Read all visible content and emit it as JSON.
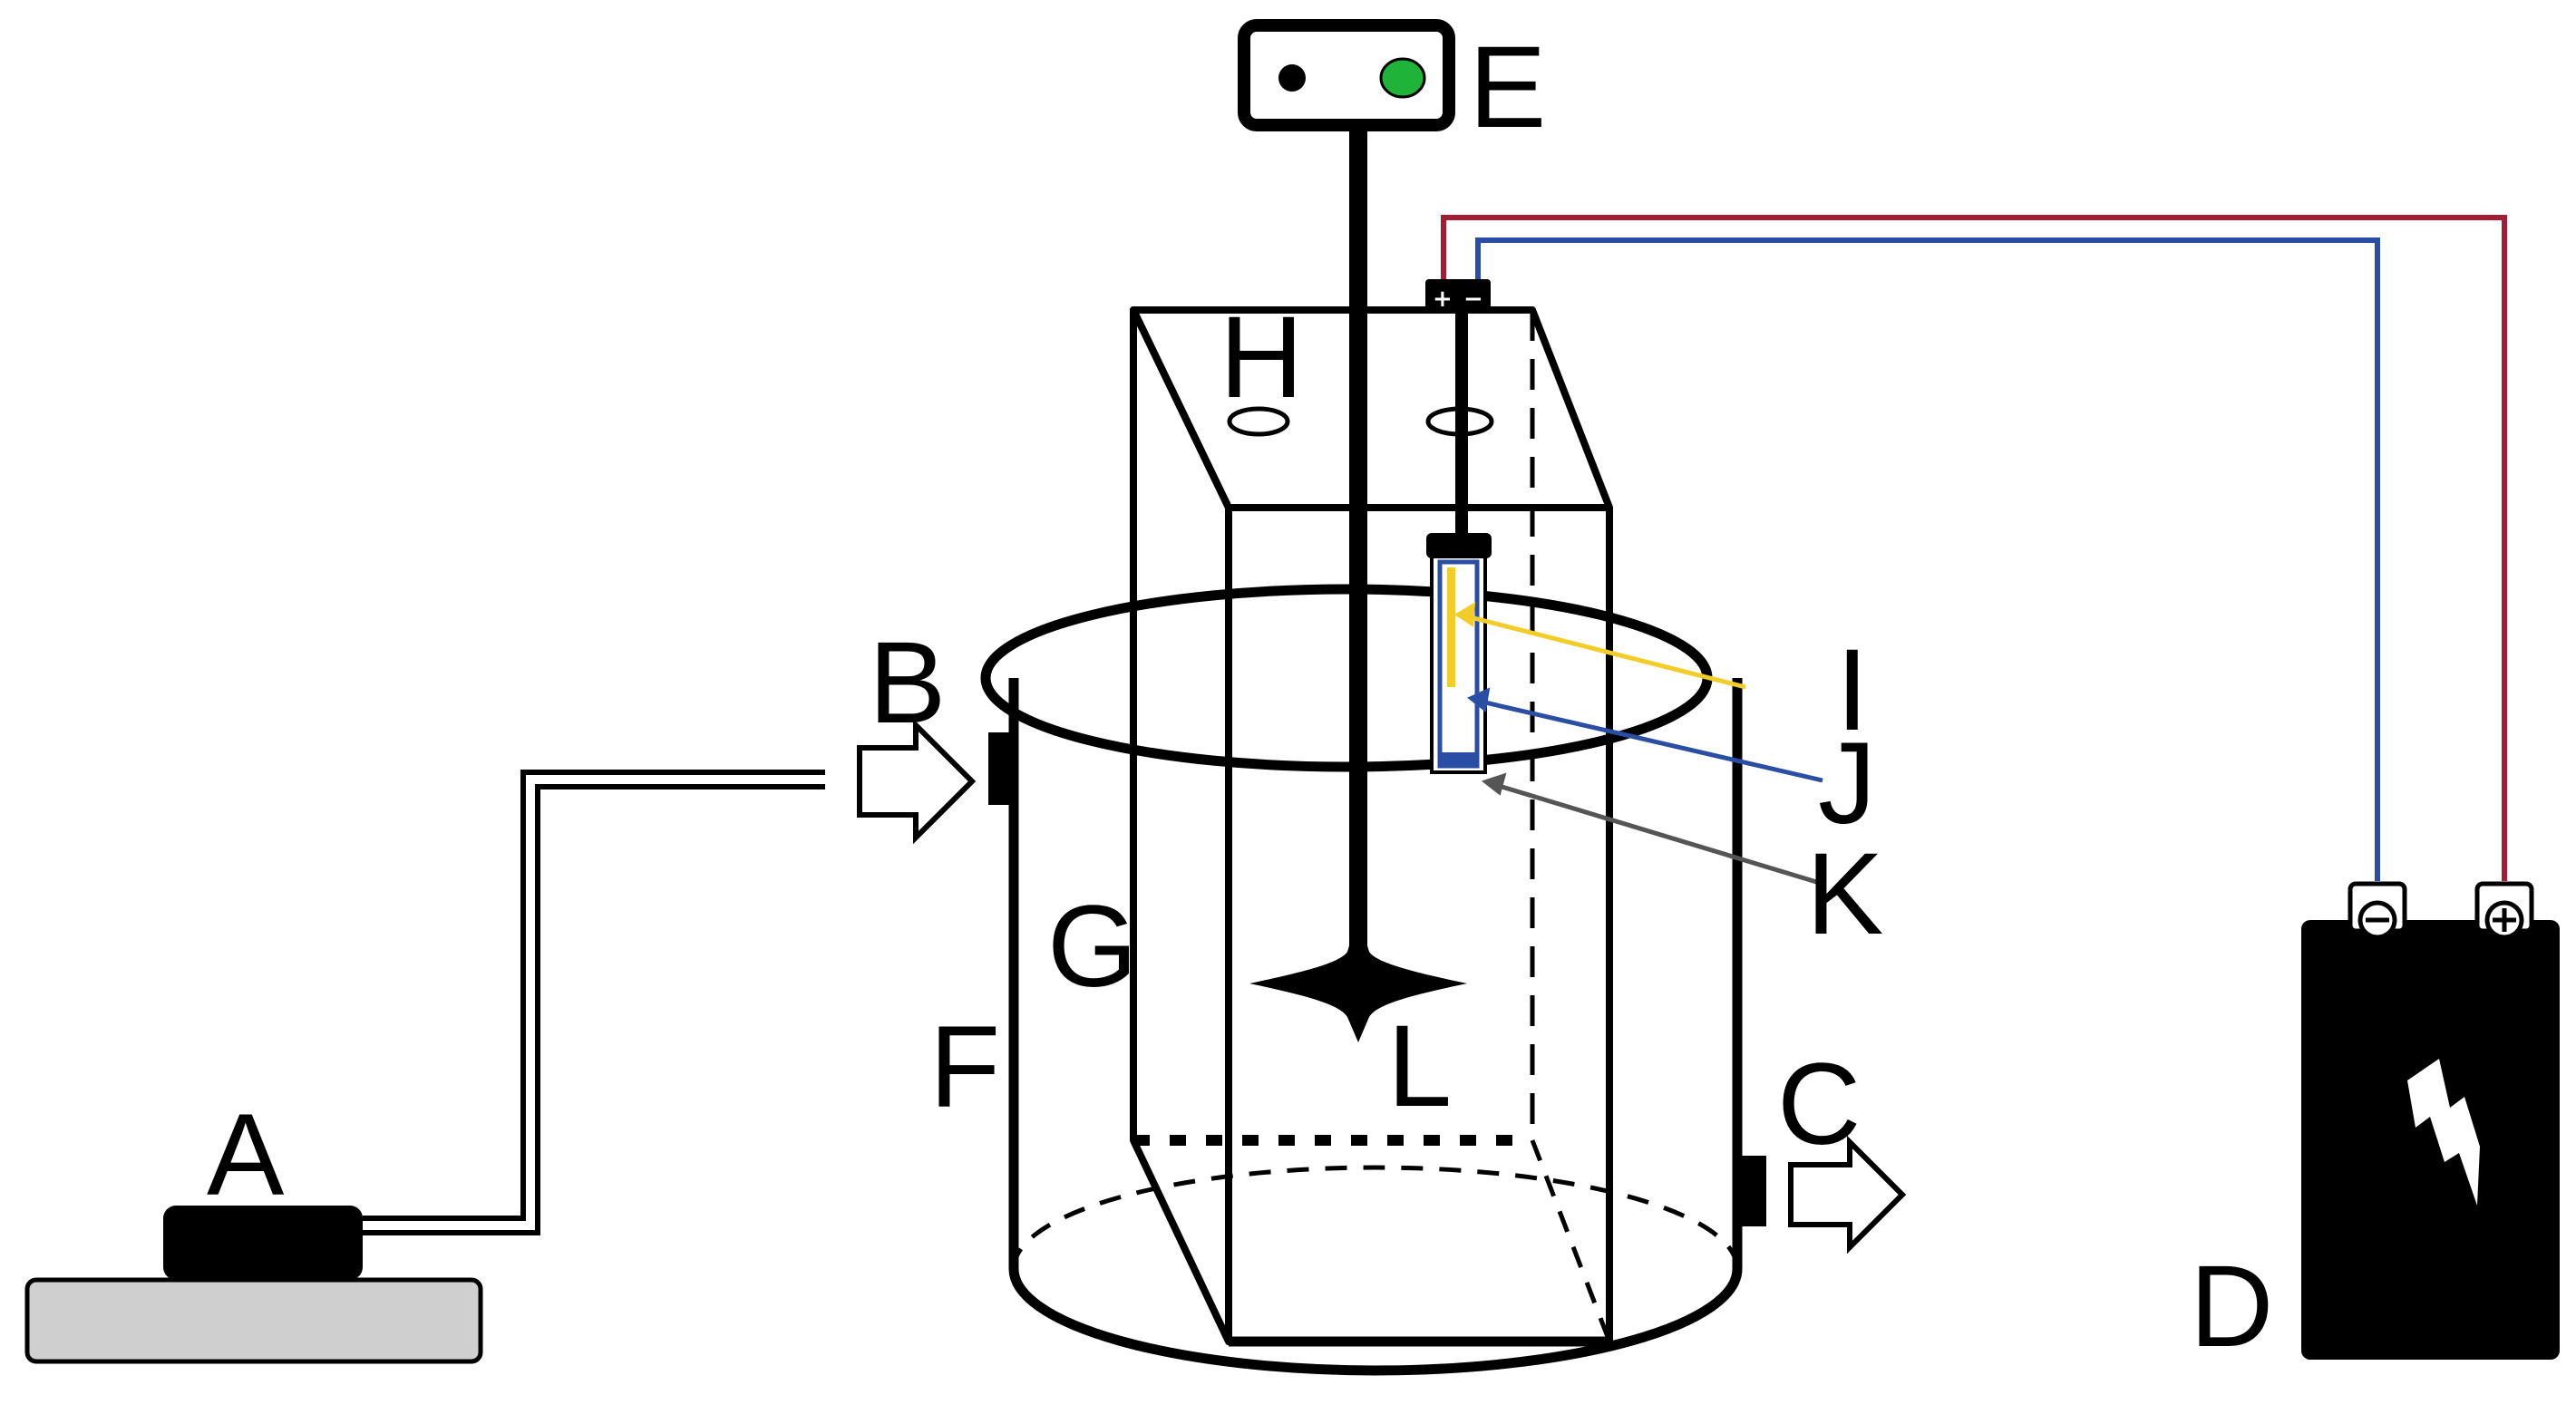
{
  "labels": {
    "A": "A",
    "B": "B",
    "C": "C",
    "D": "D",
    "E": "E",
    "F": "F",
    "G": "G",
    "H": "H",
    "I": "I",
    "J": "J",
    "K": "K",
    "L": "L"
  },
  "terminals": {
    "plus": "+",
    "minus": "−"
  },
  "colors": {
    "red_wire": "#a31d35",
    "blue_wire": "#2a4ea3",
    "yellow": "#f2cd2a",
    "led_green": "#1fb33a",
    "base_gray": "#cfcfcf"
  }
}
